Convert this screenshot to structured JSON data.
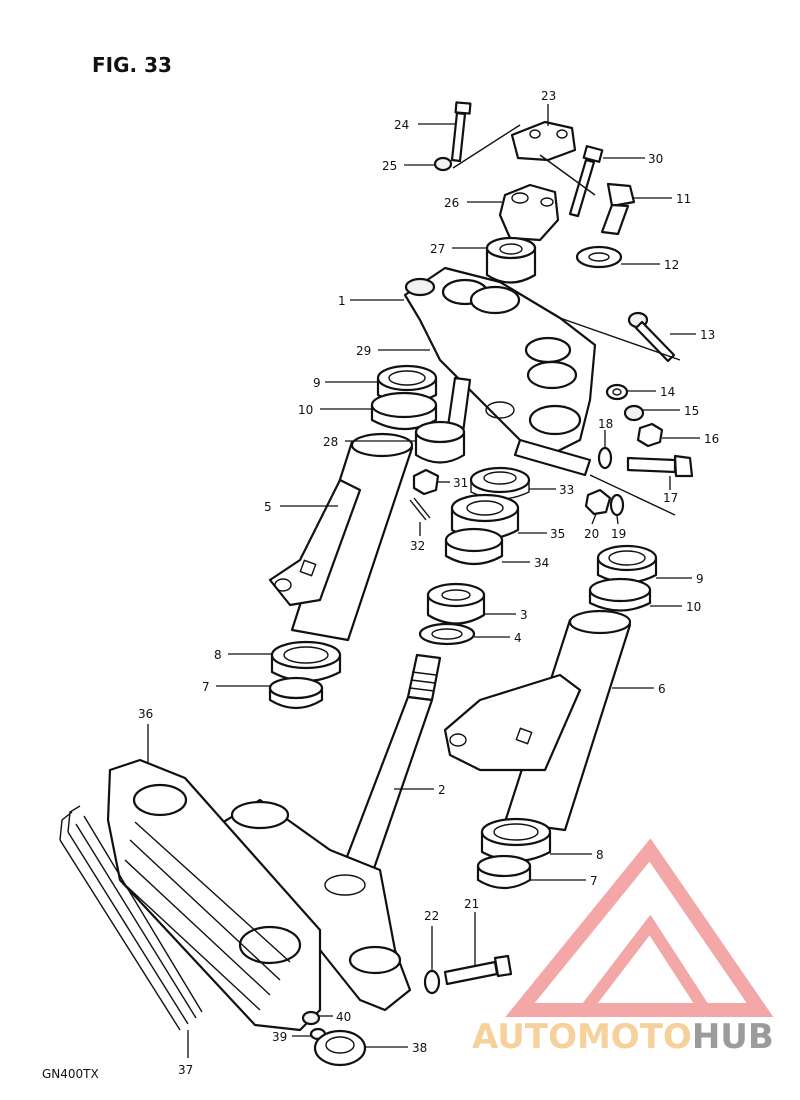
{
  "figure": {
    "title": "FIG. 33",
    "model": "GN400TX"
  },
  "watermark": {
    "text_a": "AUTOMOTO",
    "text_b": "HUB",
    "color_a": "#f5c27a",
    "color_b": "#7a7a7a",
    "logo_color": "#f08a8a"
  },
  "callouts": [
    {
      "id": "c24",
      "num": "24"
    },
    {
      "id": "c25",
      "num": "25"
    },
    {
      "id": "c23",
      "num": "23"
    },
    {
      "id": "c30",
      "num": "30"
    },
    {
      "id": "c26",
      "num": "26"
    },
    {
      "id": "c11",
      "num": "11"
    },
    {
      "id": "c27",
      "num": "27"
    },
    {
      "id": "c12",
      "num": "12"
    },
    {
      "id": "c1",
      "num": "1"
    },
    {
      "id": "c13",
      "num": "13"
    },
    {
      "id": "c29",
      "num": "29"
    },
    {
      "id": "c9a",
      "num": "9"
    },
    {
      "id": "c14",
      "num": "14"
    },
    {
      "id": "c15",
      "num": "15"
    },
    {
      "id": "c10a",
      "num": "10"
    },
    {
      "id": "c18",
      "num": "18"
    },
    {
      "id": "c16",
      "num": "16"
    },
    {
      "id": "c28",
      "num": "28"
    },
    {
      "id": "c31",
      "num": "31"
    },
    {
      "id": "c33",
      "num": "33"
    },
    {
      "id": "c17",
      "num": "17"
    },
    {
      "id": "c5",
      "num": "5"
    },
    {
      "id": "c20",
      "num": "20"
    },
    {
      "id": "c19",
      "num": "19"
    },
    {
      "id": "c35",
      "num": "35"
    },
    {
      "id": "c32",
      "num": "32"
    },
    {
      "id": "c34",
      "num": "34"
    },
    {
      "id": "c9b",
      "num": "9"
    },
    {
      "id": "c10b",
      "num": "10"
    },
    {
      "id": "c3",
      "num": "3"
    },
    {
      "id": "c4",
      "num": "4"
    },
    {
      "id": "c8a",
      "num": "8"
    },
    {
      "id": "c7a",
      "num": "7"
    },
    {
      "id": "c6",
      "num": "6"
    },
    {
      "id": "c36",
      "num": "36"
    },
    {
      "id": "c2",
      "num": "2"
    },
    {
      "id": "c8b",
      "num": "8"
    },
    {
      "id": "c7b",
      "num": "7"
    },
    {
      "id": "c22",
      "num": "22"
    },
    {
      "id": "c21",
      "num": "21"
    },
    {
      "id": "c40",
      "num": "40"
    },
    {
      "id": "c39",
      "num": "39"
    },
    {
      "id": "c38",
      "num": "38"
    },
    {
      "id": "c37",
      "num": "37"
    }
  ]
}
